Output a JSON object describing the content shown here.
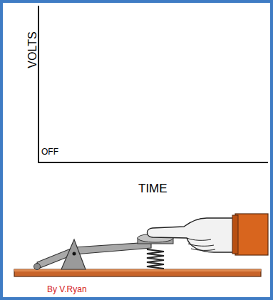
{
  "diagram": {
    "labels": [
      "VOLTS",
      "OFF",
      "TIME",
      "By V.Ryan"
    ]
  }
}
